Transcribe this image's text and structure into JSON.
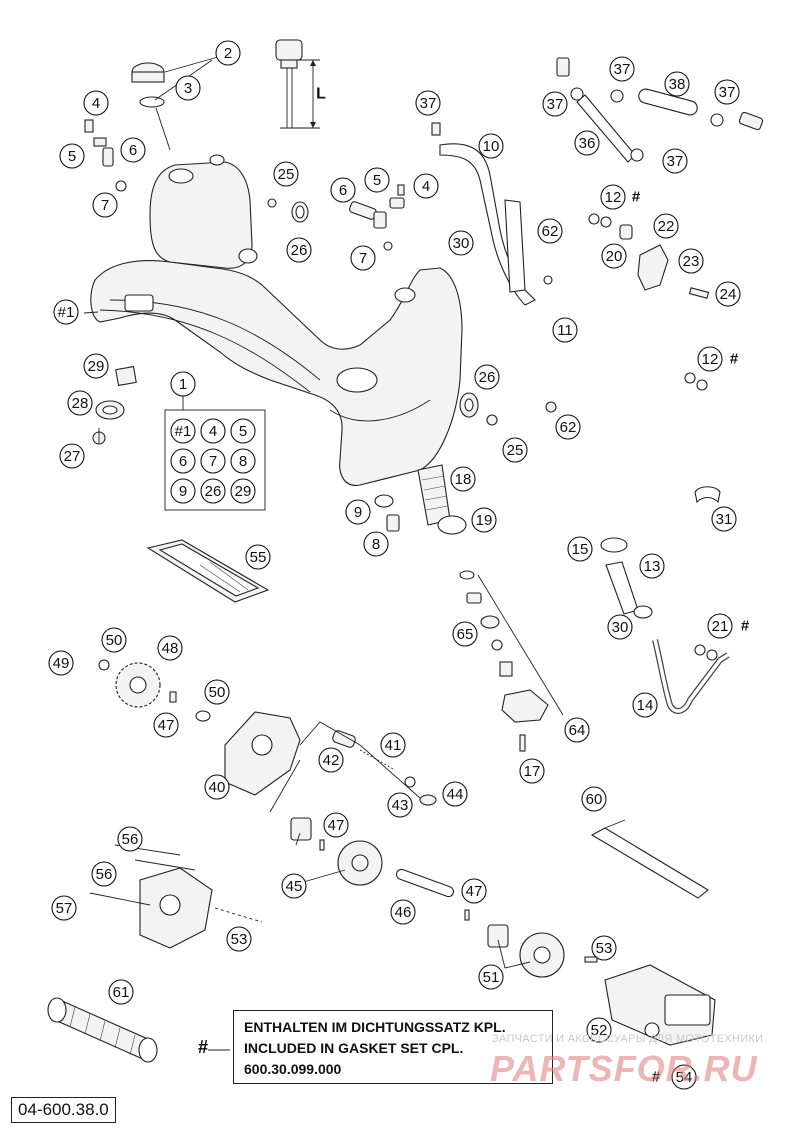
{
  "document_id": "04-600.38.0",
  "note": {
    "marker": "#",
    "line1": "ENTHALTEN IM DICHTUNGSSATZ KPL.",
    "line2": "INCLUDED IN GASKET SET CPL.",
    "line3": "600.30.099.000"
  },
  "dimension_label": "L",
  "watermark": {
    "small": "ЗАПЧАСТИ И АКСЕССУАРЫ ДЛЯ МОТОТЕХНИКИ",
    "big": "PARTSFOR.RU"
  },
  "kit": {
    "number": "1",
    "contents": [
      "#1",
      "4",
      "5",
      "6",
      "7",
      "8",
      "9",
      "26",
      "29"
    ]
  },
  "callouts": [
    {
      "id": "c2",
      "label": "2"
    },
    {
      "id": "c3",
      "label": "3"
    },
    {
      "id": "c4a",
      "label": "4"
    },
    {
      "id": "c5a",
      "label": "5"
    },
    {
      "id": "c6a",
      "label": "6"
    },
    {
      "id": "c7a",
      "label": "7"
    },
    {
      "id": "c25a",
      "label": "25"
    },
    {
      "id": "c26a",
      "label": "26"
    },
    {
      "id": "c6b",
      "label": "6"
    },
    {
      "id": "c5b",
      "label": "5"
    },
    {
      "id": "c4b",
      "label": "4"
    },
    {
      "id": "c7b",
      "label": "7"
    },
    {
      "id": "c37a",
      "label": "37"
    },
    {
      "id": "c10",
      "label": "10"
    },
    {
      "id": "c30a",
      "label": "30"
    },
    {
      "id": "c62a",
      "label": "62"
    },
    {
      "id": "c37b",
      "label": "37"
    },
    {
      "id": "c37c",
      "label": "37"
    },
    {
      "id": "c38",
      "label": "38"
    },
    {
      "id": "c37d",
      "label": "37"
    },
    {
      "id": "c36",
      "label": "36"
    },
    {
      "id": "c37e",
      "label": "37"
    },
    {
      "id": "c12a",
      "label": "12"
    },
    {
      "id": "c20",
      "label": "20"
    },
    {
      "id": "c22",
      "label": "22"
    },
    {
      "id": "c23",
      "label": "23"
    },
    {
      "id": "c24",
      "label": "24"
    },
    {
      "id": "c11",
      "label": "11"
    },
    {
      "id": "c12b",
      "label": "12"
    },
    {
      "id": "c1main",
      "label": "#1"
    },
    {
      "id": "c29",
      "label": "29"
    },
    {
      "id": "c28",
      "label": "28"
    },
    {
      "id": "c27",
      "label": "27"
    },
    {
      "id": "c1",
      "label": "1"
    },
    {
      "id": "c26b",
      "label": "26"
    },
    {
      "id": "c25b",
      "label": "25"
    },
    {
      "id": "c62b",
      "label": "62"
    },
    {
      "id": "c31",
      "label": "31"
    },
    {
      "id": "c18",
      "label": "18"
    },
    {
      "id": "c9",
      "label": "9"
    },
    {
      "id": "c8",
      "label": "8"
    },
    {
      "id": "c19",
      "label": "19"
    },
    {
      "id": "c55",
      "label": "55"
    },
    {
      "id": "c15",
      "label": "15"
    },
    {
      "id": "c13",
      "label": "13"
    },
    {
      "id": "c30b",
      "label": "30"
    },
    {
      "id": "c21",
      "label": "21"
    },
    {
      "id": "c14",
      "label": "14"
    },
    {
      "id": "c65",
      "label": "65"
    },
    {
      "id": "c64",
      "label": "64"
    },
    {
      "id": "c17",
      "label": "17"
    },
    {
      "id": "c50a",
      "label": "50"
    },
    {
      "id": "c49",
      "label": "49"
    },
    {
      "id": "c48",
      "label": "48"
    },
    {
      "id": "c50b",
      "label": "50"
    },
    {
      "id": "c47a",
      "label": "47"
    },
    {
      "id": "c40",
      "label": "40"
    },
    {
      "id": "c42",
      "label": "42"
    },
    {
      "id": "c41",
      "label": "41"
    },
    {
      "id": "c43",
      "label": "43"
    },
    {
      "id": "c44",
      "label": "44"
    },
    {
      "id": "c47b",
      "label": "47"
    },
    {
      "id": "c45",
      "label": "45"
    },
    {
      "id": "c46",
      "label": "46"
    },
    {
      "id": "c47c",
      "label": "47"
    },
    {
      "id": "c60",
      "label": "60"
    },
    {
      "id": "c56a",
      "label": "56"
    },
    {
      "id": "c56b",
      "label": "56"
    },
    {
      "id": "c57",
      "label": "57"
    },
    {
      "id": "c53a",
      "label": "53"
    },
    {
      "id": "c51",
      "label": "51"
    },
    {
      "id": "c53b",
      "label": "53"
    },
    {
      "id": "c61",
      "label": "61"
    },
    {
      "id": "c52",
      "label": "52"
    },
    {
      "id": "c54",
      "label": "54"
    }
  ],
  "gasket_markers": [
    {
      "id": "h12a",
      "label": "#"
    },
    {
      "id": "h12b",
      "label": "#"
    },
    {
      "id": "h21",
      "label": "#"
    },
    {
      "id": "h54",
      "label": "#"
    }
  ]
}
